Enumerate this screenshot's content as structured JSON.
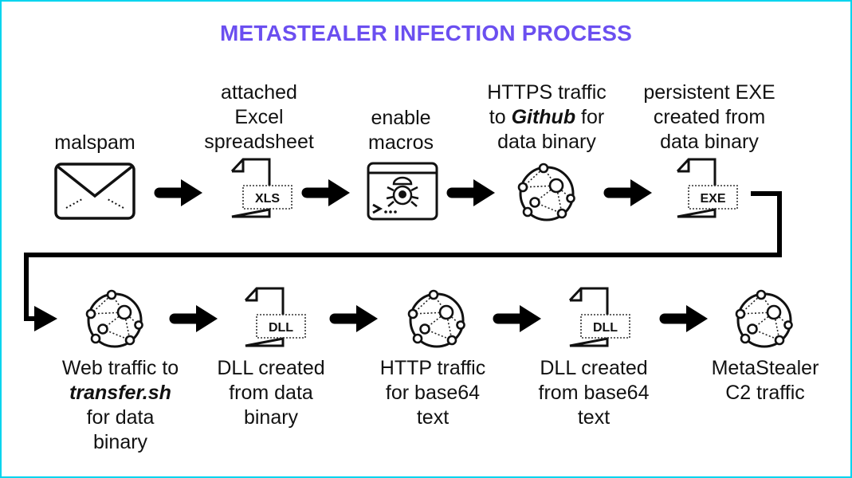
{
  "title": "METASTEALER INFECTION PROCESS",
  "colors": {
    "title": "#6b4ff0",
    "border": "#00d4ee",
    "stroke": "#111111"
  },
  "steps": [
    {
      "lines": [
        "malspam"
      ],
      "icon": "envelope-icon"
    },
    {
      "lines": [
        "attached",
        "Excel",
        "spreadsheet"
      ],
      "icon": "file-icon",
      "file_tag": "XLS"
    },
    {
      "lines": [
        "enable",
        "macros"
      ],
      "icon": "terminal-malware-icon"
    },
    {
      "lines_rich": [
        [
          "HTTPS traffic"
        ],
        [
          "to ",
          "Github",
          " for"
        ],
        [
          "data binary"
        ]
      ],
      "icon": "network-globe-icon"
    },
    {
      "lines": [
        "persistent EXE",
        "created from",
        "data binary"
      ],
      "icon": "file-icon",
      "file_tag": "EXE"
    },
    {
      "lines_rich": [
        [
          "Web traffic to"
        ],
        [
          "",
          "transfer.sh",
          ""
        ],
        [
          "for data"
        ],
        [
          "binary"
        ]
      ],
      "icon": "network-globe-icon"
    },
    {
      "lines": [
        "DLL created",
        "from data",
        "binary"
      ],
      "icon": "file-icon",
      "file_tag": "DLL"
    },
    {
      "lines": [
        "HTTP traffic",
        "for base64",
        "text"
      ],
      "icon": "network-globe-icon"
    },
    {
      "lines": [
        "DLL created",
        "from base64",
        "text"
      ],
      "icon": "file-icon",
      "file_tag": "DLL"
    },
    {
      "lines": [
        "MetaStealer",
        "C2 traffic"
      ],
      "icon": "network-globe-icon"
    }
  ]
}
